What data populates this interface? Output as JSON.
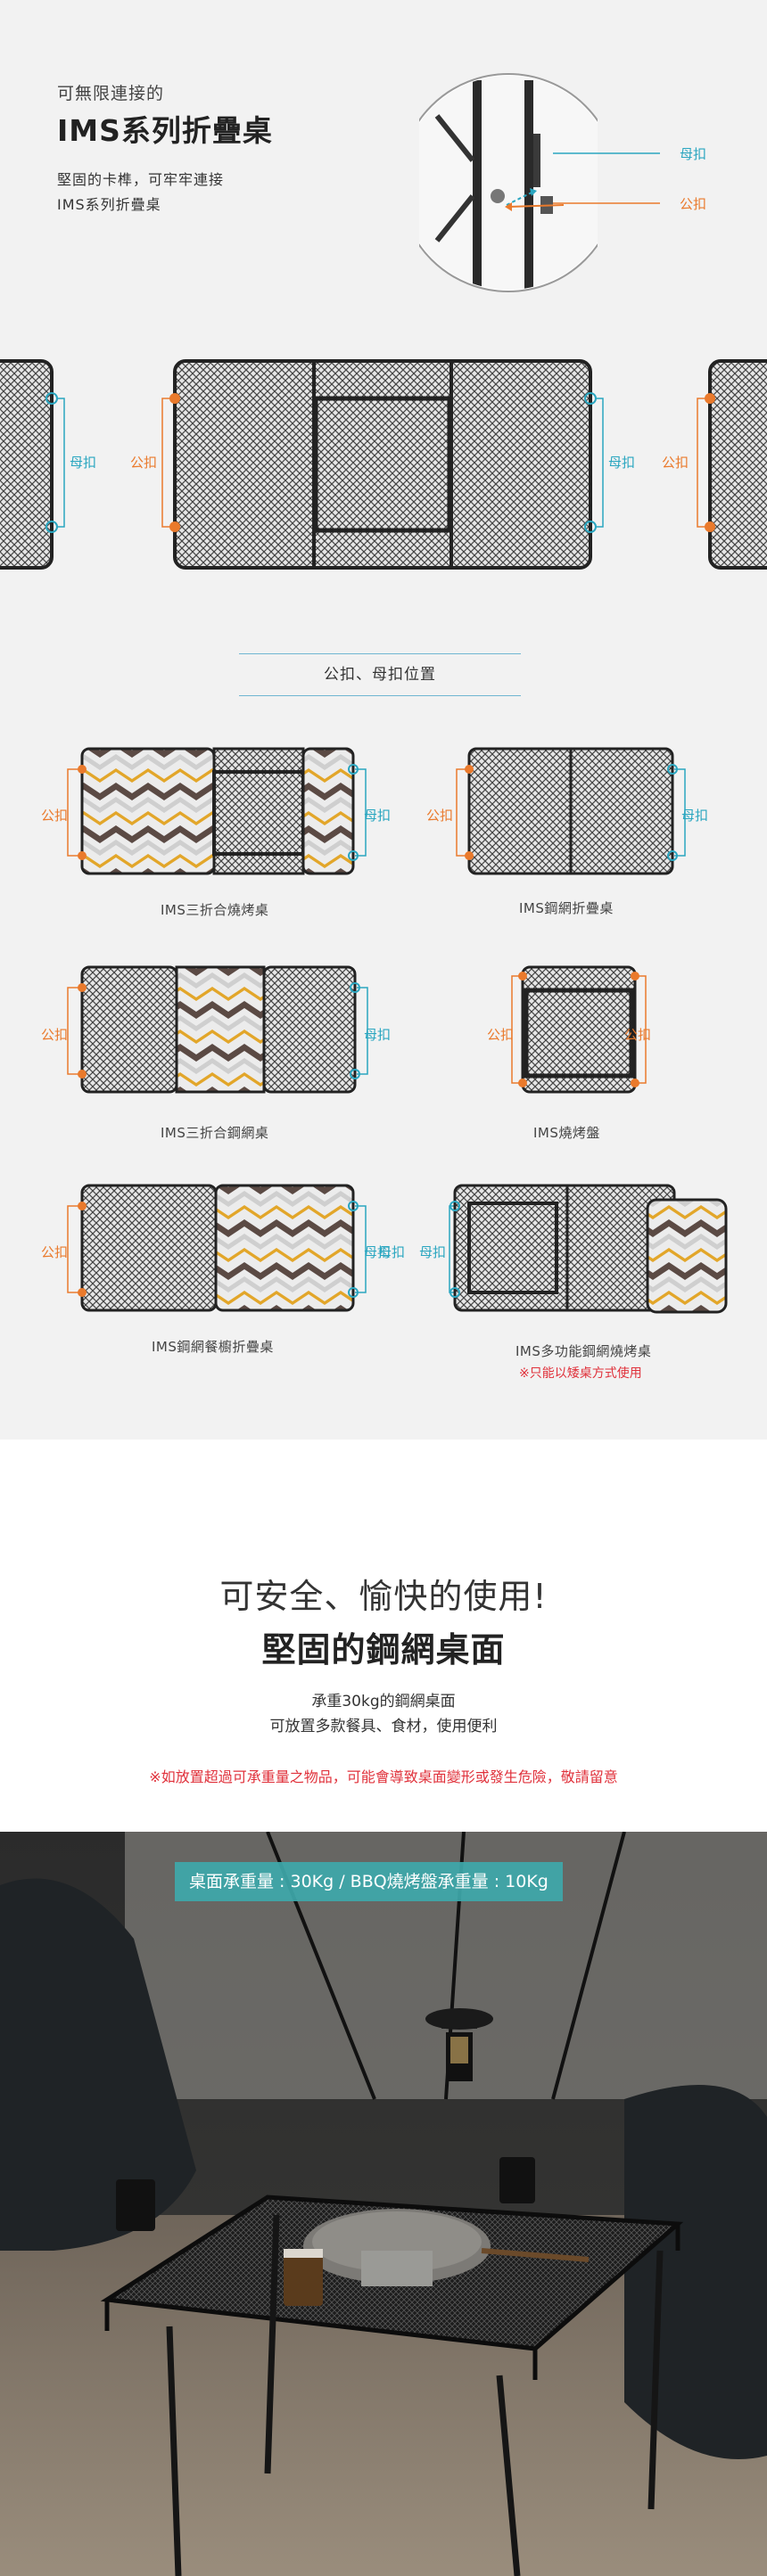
{
  "intro": {
    "subtitle": "可無限連接的",
    "title": "IMS系列折疊桌",
    "desc": [
      "堅固的卡榫，可牢牢連接",
      "IMS系列折疊桌"
    ]
  },
  "zoom": {
    "female_label": "母扣",
    "male_label": "公扣"
  },
  "chain": {
    "female_label": "母扣",
    "male_label": "公扣"
  },
  "positions_title": "公扣、母扣位置",
  "products": [
    {
      "name": "IMS三折合燒烤桌",
      "male": "公扣",
      "female": "母扣"
    },
    {
      "name": "IMS鋼網折疊桌",
      "male": "公扣",
      "female": "母扣"
    },
    {
      "name": "IMS三折合鋼網桌",
      "male": "公扣",
      "female": "母扣"
    },
    {
      "name": "IMS燒烤盤",
      "male": "公扣",
      "female": "公扣"
    },
    {
      "name": "IMS鋼網餐櫥折疊桌",
      "male": "公扣",
      "female": "母扣"
    },
    {
      "name": "IMS多功能鋼網燒烤桌",
      "male": "母扣",
      "female": "母扣",
      "note": "※只能以矮桌方式使用"
    }
  ],
  "safety": {
    "heading_line1": "可安全、愉快的使用!",
    "heading_line2": "堅固的鋼網桌面",
    "body": [
      "承重30kg的鋼網桌面",
      "可放置多款餐具、食材，使用便利"
    ],
    "warning": "※如放置超過可承重量之物品，可能會導致桌面變形或發生危險，敬請留意"
  },
  "photo": {
    "caption": "桌面承重量 : 30Kg  /  BBQ燒烤盤承重量 : 10Kg"
  },
  "colors": {
    "blue": "#2aa6c0",
    "orange": "#ea7a2c",
    "red": "#e0313b",
    "badge": "#3ea8aa"
  }
}
